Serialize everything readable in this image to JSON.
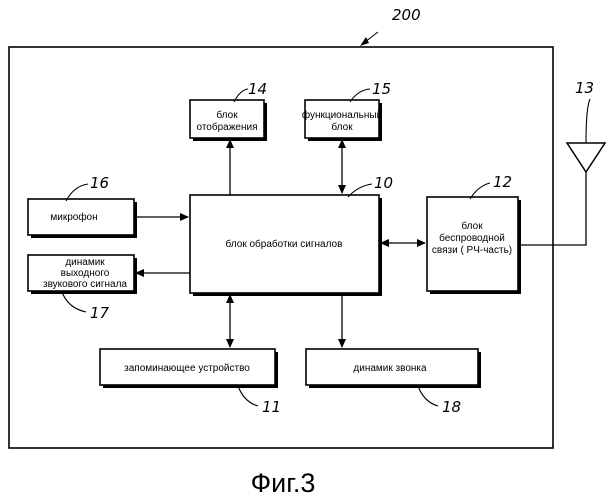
{
  "figure": {
    "ref": "200",
    "caption": "Фиг.3"
  },
  "blocks": {
    "signal_processing": {
      "ref": "10",
      "label": "блок обработки сигналов"
    },
    "memory": {
      "ref": "11",
      "label": "запоминающее устройство"
    },
    "wireless": {
      "ref": "12",
      "label_lines": [
        "блок",
        "беспроводной",
        "связи   ( РЧ-часть)"
      ]
    },
    "antenna": {
      "ref": "13"
    },
    "display": {
      "ref": "14",
      "label_lines": [
        "блок",
        "отображения"
      ]
    },
    "functional": {
      "ref": "15",
      "label_lines": [
        "функциональный",
        "блок"
      ]
    },
    "microphone": {
      "ref": "16",
      "label": "микрофон"
    },
    "output_speaker": {
      "ref": "17",
      "label_lines": [
        "динамик",
        "выходного",
        "звукового сигнала"
      ]
    },
    "ring_speaker": {
      "ref": "18",
      "label": "динамик звонка"
    }
  }
}
